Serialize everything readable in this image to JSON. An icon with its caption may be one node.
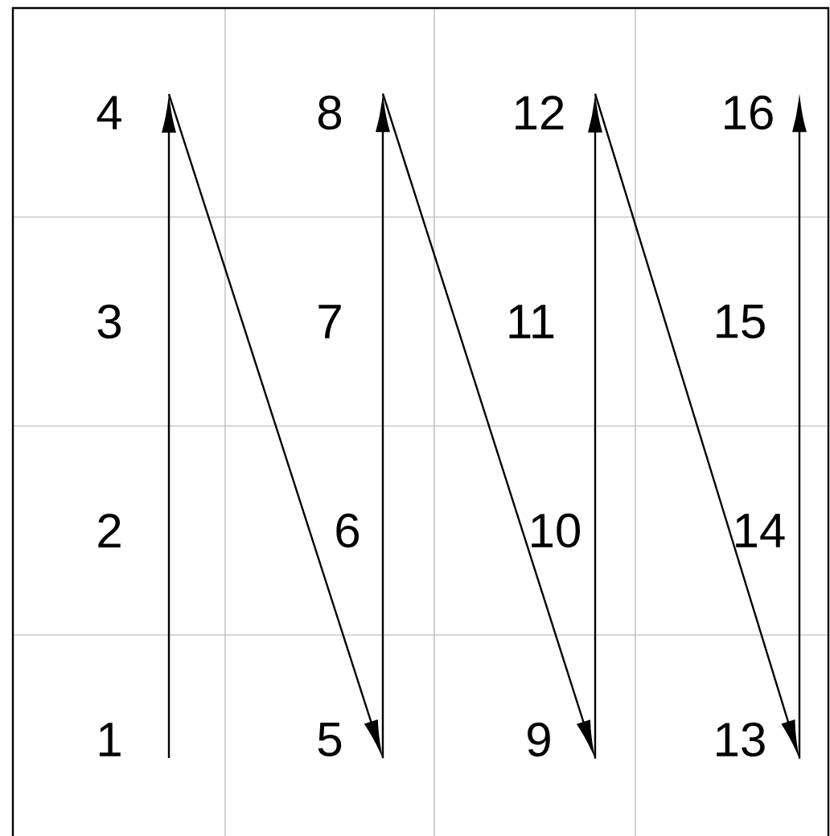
{
  "diagram": {
    "nodes": [
      {
        "text": [
          "1"
        ]
      },
      {
        "text": [
          "2"
        ]
      },
      {
        "text": [
          "3"
        ]
      },
      {
        "text": [
          "4"
        ]
      },
      {
        "text": [
          "5"
        ]
      },
      {
        "text": [
          "6"
        ]
      },
      {
        "text": [
          "7"
        ]
      },
      {
        "text": [
          "8"
        ]
      },
      {
        "text": [
          "9"
        ]
      },
      {
        "text": [
          "10"
        ]
      },
      {
        "text": [
          "11"
        ]
      },
      {
        "text": [
          "12"
        ]
      },
      {
        "text": [
          "13"
        ]
      },
      {
        "text": [
          "14"
        ]
      },
      {
        "text": [
          "15"
        ]
      },
      {
        "text": [
          "16"
        ]
      }
    ],
    "edges": [
      {
        "from": 0,
        "to": 3,
        "arrow": "to"
      },
      {
        "from": 3,
        "to": 4,
        "arrow": "to"
      },
      {
        "from": 4,
        "to": 7,
        "arrow": "to"
      },
      {
        "from": 7,
        "to": 8,
        "arrow": "to"
      },
      {
        "from": 8,
        "to": 11,
        "arrow": "to"
      },
      {
        "from": 11,
        "to": 12,
        "arrow": "to"
      },
      {
        "from": 12,
        "to": 15,
        "arrow": "to"
      }
    ]
  }
}
